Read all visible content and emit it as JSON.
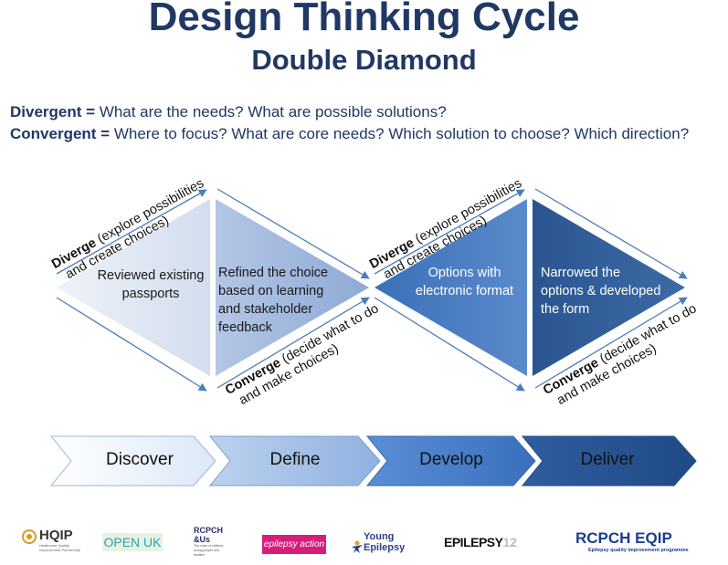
{
  "header": {
    "title": "Design Thinking Cycle",
    "subtitle": "Double Diamond"
  },
  "definitions": {
    "divergent_term": "Divergent =",
    "divergent_text": " What are the needs? What are possible solutions?",
    "convergent_term": "Convergent =",
    "convergent_text": " Where to focus? What are core needs? Which solution to choose? Which direction?"
  },
  "diamonds": {
    "diverge_word": "Diverge",
    "diverge_line1_rest": " (explore possibilities",
    "diverge_line2": "and create choices)",
    "converge_word": "Converge",
    "converge_line1_rest": " (decide what to do",
    "converge_line2": "and make choices)",
    "panels": [
      {
        "lines": [
          "Reviewed existing",
          "passports"
        ]
      },
      {
        "lines": [
          "Refined the choice",
          "based on learning",
          "and stakeholder",
          "feedback"
        ]
      },
      {
        "lines": [
          "Options with",
          "electronic format"
        ]
      },
      {
        "lines": [
          "Narrowed the",
          "options & developed",
          "the form"
        ]
      }
    ]
  },
  "phases": [
    "Discover",
    "Define",
    "Develop",
    "Deliver"
  ],
  "colors": {
    "title": "#1f3864",
    "panel1": "#dce6f2",
    "panel2": "#9db3d9",
    "panel3": "#4f7fc0",
    "panel4": "#2f5a94",
    "arrow_line": "#4a7ebb"
  },
  "logos": {
    "hqip": "HQIP",
    "hqip_sub": "Healthcare Quality Improvement Partnership",
    "openuk": "OPEN UK",
    "rcpch_us_1": "RCPCH",
    "rcpch_us_2": "&Us",
    "rcpch_us_sub": "The voice of children, young people and families",
    "epilepsy_action": "epilepsy action",
    "young_epilepsy_1": "Young",
    "young_epilepsy_2": "Epilepsy",
    "epilepsy12": "EPILEPSY",
    "epilepsy12_num": "12",
    "rcpch_eqip": "RCPCH EQIP",
    "rcpch_eqip_sub": "Epilepsy quality improvement programme"
  }
}
